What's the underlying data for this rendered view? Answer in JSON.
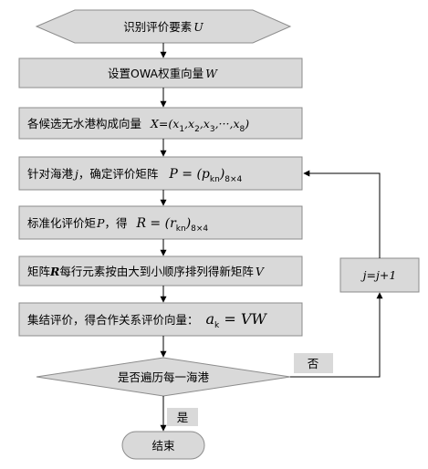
{
  "flowchart": {
    "start": {
      "text": "识别评价要素",
      "var": "U"
    },
    "step1": {
      "text": "设置OWA权重向量",
      "var": "W"
    },
    "step2": {
      "text": "各候选无水港构成向量",
      "formula": "X=(x",
      "subs": [
        "1",
        "2",
        "3",
        "8"
      ],
      "seps": [
        ",x",
        ",x",
        ",···,x",
        ")"
      ]
    },
    "step3": {
      "text_a": "针对海港",
      "var": "j",
      "text_b": "，确定评价矩阵",
      "formula": "P = (p",
      "sub": "kn",
      "close": ")",
      "dims": "8×4"
    },
    "step4": {
      "text_a": "标准化评价矩",
      "var": "P",
      "text_b": "，得",
      "formula": "R = (r",
      "sub": "kn",
      "close": ")",
      "dims": "8×4"
    },
    "step5": {
      "text_a": "矩阵",
      "bold_var": "R",
      "text_b": "每行元素按由大到小顺序排列得新矩阵",
      "var": "V"
    },
    "step6": {
      "text": "集结评价，得合作关系评价向量：",
      "formula_a": "a",
      "sub": "k",
      "formula_b": " = VW"
    },
    "decision": {
      "text": "是否遍历每一海港"
    },
    "no_label": "否",
    "yes_label": "是",
    "loop": {
      "text": "j=j+1"
    },
    "end": {
      "text": "结束"
    }
  }
}
